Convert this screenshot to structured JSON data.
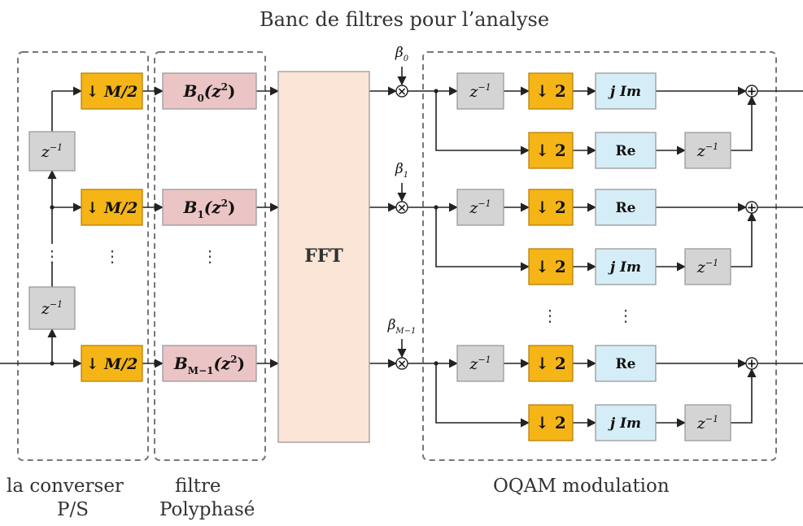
{
  "title": "Banc de filtres pour l’analyse",
  "captions": {
    "ps_line1": "la converser",
    "ps_line2": "P/S",
    "poly_line1": "filtre",
    "poly_line2": "Polyphasé",
    "oqam": "OQAM modulation"
  },
  "labels": {
    "delay": "z",
    "delay_exp": "−1",
    "down_m": "↓ M/2",
    "down_2": "↓ 2",
    "jim": "j Im",
    "re": "Re",
    "fft": "FFT",
    "b_z": "(z",
    "b_exp": "2",
    "b_close": ")",
    "b0_sub": "0",
    "b1_sub": "1",
    "bm_sub": "M−1",
    "beta": "β",
    "beta0_sub": "0",
    "beta1_sub": "1",
    "betam_sub": "M−1",
    "dots": "⋮",
    "plus": "+",
    "times": "×"
  },
  "colors": {
    "down_fill": "#f5b516",
    "down_stroke": "#b9800c",
    "poly_fill": "#ebc4c5",
    "fft_fill": "#fbe5d6",
    "delay_fill": "#d4d4d4",
    "re_fill": "#d5edf6",
    "line": "#222222",
    "dash": "#777777"
  }
}
